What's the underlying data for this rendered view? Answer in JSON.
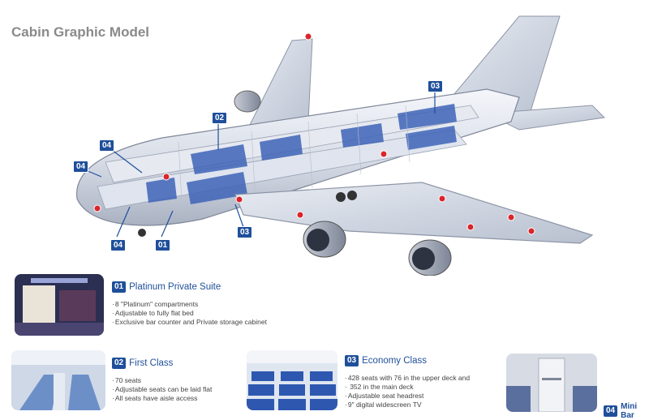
{
  "title": "Cabin Graphic Model",
  "callouts": [
    "03",
    "02",
    "04",
    "04",
    "04",
    "01",
    "03"
  ],
  "sections": [
    {
      "num": "01",
      "name": "Platinum Private Suite",
      "bullets": [
        "8 \"Platinum\" compartments",
        "Adjustable to fully flat bed",
        "Exclusive bar counter and Private storage cabinet"
      ]
    },
    {
      "num": "02",
      "name": "First Class",
      "bullets": [
        "70 seats",
        "Adjustable seats can be laid flat",
        "All seats have aisle access"
      ]
    },
    {
      "num": "03",
      "name": "Economy Class",
      "bullets": [
        "428 seats with 76 in the upper deck and",
        " 352 in the main deck",
        "Adjustable seat headrest",
        "9\" digital widescreen TV"
      ]
    },
    {
      "num": "04",
      "name": "Mini Bar",
      "bullets": []
    }
  ],
  "colors": {
    "accent": "#1f4f9a",
    "title": "#8a8a8a"
  }
}
